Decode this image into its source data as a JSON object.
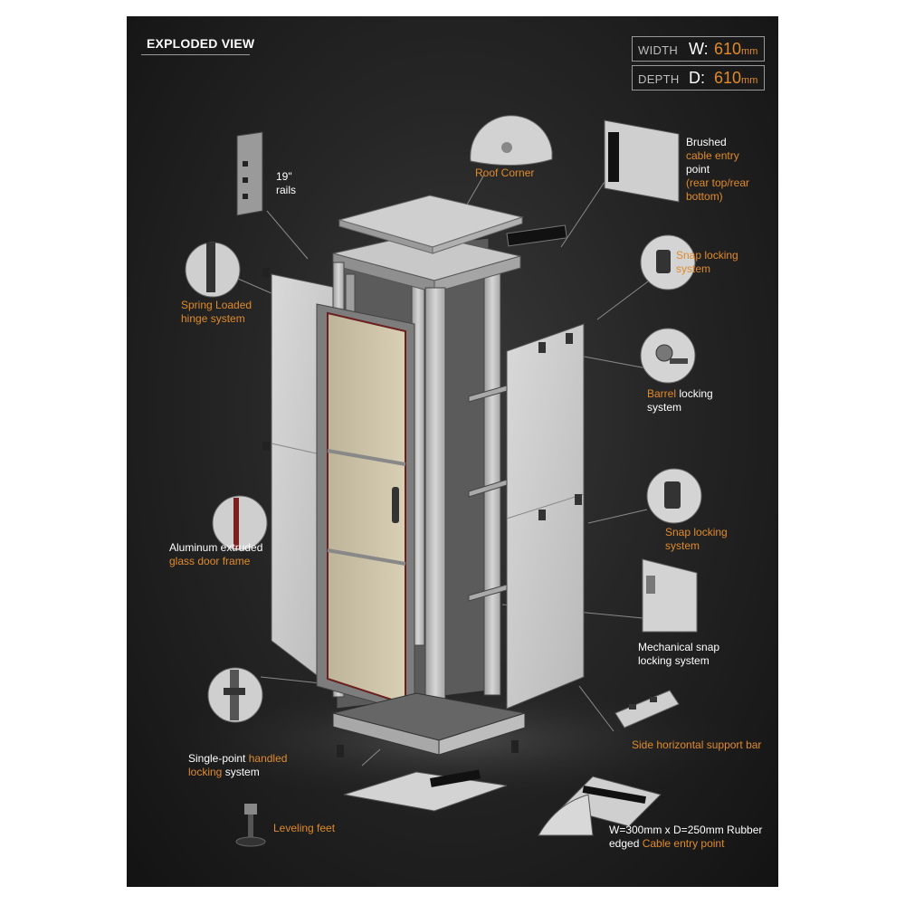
{
  "header": {
    "title": "EXPLODED VIEW"
  },
  "dimensions": {
    "width": {
      "label": "WIDTH",
      "letter": "W:",
      "value": "610",
      "unit": "mm"
    },
    "depth": {
      "label": "DEPTH",
      "letter": "D:",
      "value": "610",
      "unit": "mm"
    }
  },
  "labels": {
    "rails": {
      "line1": "19\"",
      "line2": "rails"
    },
    "roof_corner": {
      "text": "Roof Corner"
    },
    "brushed": {
      "line1": "Brushed",
      "line2": "cable entry",
      "line3": "point",
      "line4": "(rear top/rear",
      "line5": "bottom)"
    },
    "snap_locking_top": {
      "line1": "Snap locking",
      "line2": "system"
    },
    "spring_loaded": {
      "line1": "Spring Loaded",
      "line2": "hinge system"
    },
    "barrel": {
      "word1": "Barrel",
      "word2": "locking",
      "line2": "system"
    },
    "snap_locking_mid": {
      "line1": "Snap locking",
      "line2": "system"
    },
    "aluminum": {
      "line1": "Aluminum extruded",
      "line2": "glass door frame"
    },
    "mechanical": {
      "line1": "Mechanical snap",
      "line2": "locking system"
    },
    "side_bar": {
      "text": "Side horizontal support bar"
    },
    "single_point": {
      "word1": "Single-point",
      "word2": "handled",
      "word3": "locking",
      "word4": "system"
    },
    "leveling": {
      "text": "Leveling feet"
    },
    "rubber": {
      "line1": "W=300mm x D=250mm Rubber",
      "word1": "edged",
      "word2": "Cable entry point"
    }
  },
  "colors": {
    "accent_orange": "#e08a2a",
    "background": "#1e1e1e",
    "text": "#ffffff"
  }
}
